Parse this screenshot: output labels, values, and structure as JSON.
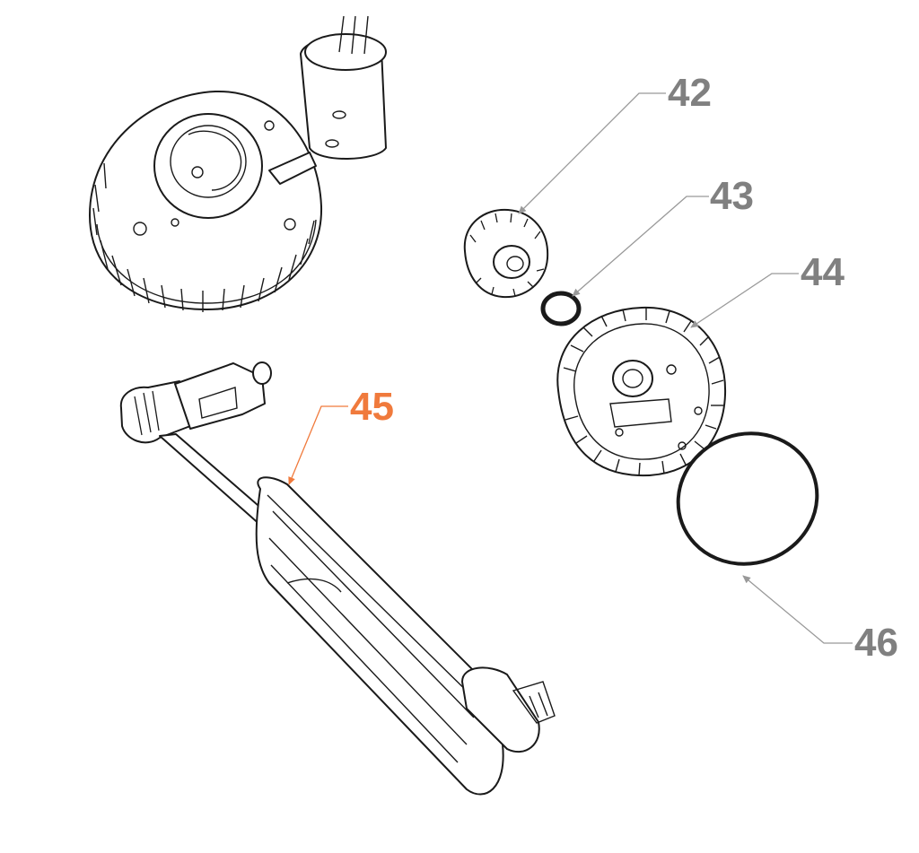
{
  "callouts": [
    {
      "id": "42",
      "label": "42",
      "color": "#808080"
    },
    {
      "id": "43",
      "label": "43",
      "color": "#808080"
    },
    {
      "id": "44",
      "label": "44",
      "color": "#808080"
    },
    {
      "id": "45",
      "label": "45",
      "color": "#f07a3c"
    },
    {
      "id": "46",
      "label": "46",
      "color": "#808080"
    }
  ],
  "colors": {
    "line": "#1a1a1a",
    "leader": "#999999",
    "highlight": "#f07a3c",
    "background": "#ffffff"
  }
}
